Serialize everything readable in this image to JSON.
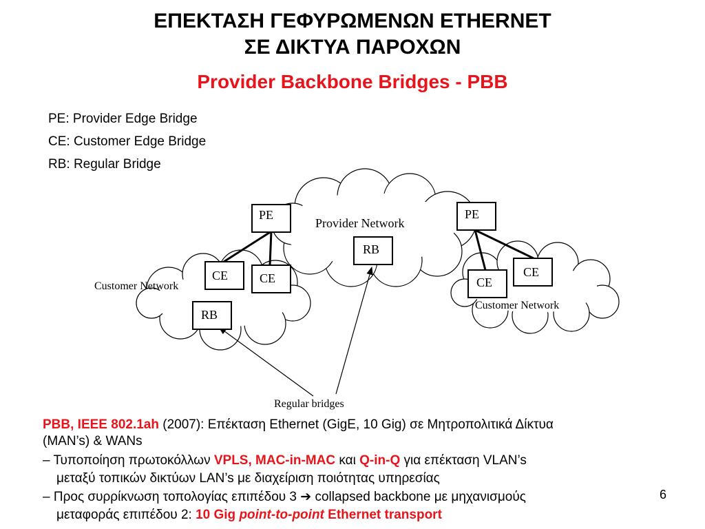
{
  "title": {
    "line1": "ΕΠΕΚΤΑΣΗ ΓΕΦΥΡΩΜΕΝΩΝ ETHERNET",
    "line2": "ΣΕ ΔΙΚΤΥΑ ΠΑΡΟΧΩΝ",
    "subtitle": "Provider Backbone Bridges - PBB"
  },
  "legend": [
    "PE: Provider Edge Bridge",
    "CE: Customer Edge Bridge",
    "RB: Regular Bridge"
  ],
  "diagram": {
    "provider_network": "Provider Network",
    "customer_network_left": "Customer Network",
    "customer_network_right": "Customer Network",
    "pe_left": "PE",
    "pe_right": "PE",
    "rb_provider": "RB",
    "rb_customer": "RB",
    "ce_left_1": "CE",
    "ce_left_2": "CE",
    "ce_right_1": "CE",
    "ce_right_2": "CE",
    "regular_bridges": "Regular bridges"
  },
  "bottom": {
    "p1_red": "PBB, IEEE 802.1ah",
    "p1_text": " (2007): Επέκταση Ethernet (GigE, 10 Gig) σε Μητροπολιτικά Δίκτυα",
    "p1_line2": "(MAN’s) & WANs",
    "b1_pre": "– Τυποποίηση πρωτοκόλλων ",
    "b1_red1": "VPLS, MAC-in-MAC",
    "b1_mid": " και ",
    "b1_red2": "Q-in-Q",
    "b1_post": " για επέκταση VLAN’s",
    "b1_line2": "μεταξύ τοπικών δικτύων LAN’s με διαχείριση ποιότητας υπηρεσίας",
    "b2_pre": "– Προς συρρίκνωση τοπολογίας επιπέδου 3 ",
    "b2_arrow": "➔",
    "b2_post": "  collapsed backbone με μηχανισμούς",
    "b2_line2_pre": "μεταφοράς επιπέδου 2: ",
    "b2_red1": "10 Gig ",
    "b2_red_italic": "point-to-point",
    "b2_red2": " Ethernet transport"
  },
  "page_number": "6"
}
